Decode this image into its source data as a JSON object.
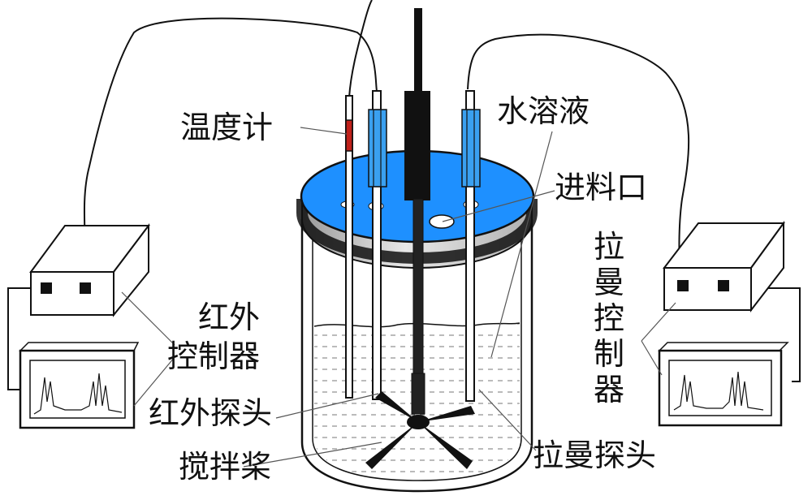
{
  "labels": {
    "thermometer": "温度计",
    "aqueous_solution": "水溶液",
    "feed_port": "进料口",
    "ir_controller_line1": "红外",
    "ir_controller_line2": "控制器",
    "raman_controller": "拉曼控制器",
    "ir_probe": "红外探头",
    "stirrer": "搅拌桨",
    "raman_probe": "拉曼探头"
  },
  "colors": {
    "lid_blue": "#1e90ff",
    "probe_blue": "#3aa0f0",
    "thermometer_red": "#c0201a",
    "outline": "#111111"
  }
}
